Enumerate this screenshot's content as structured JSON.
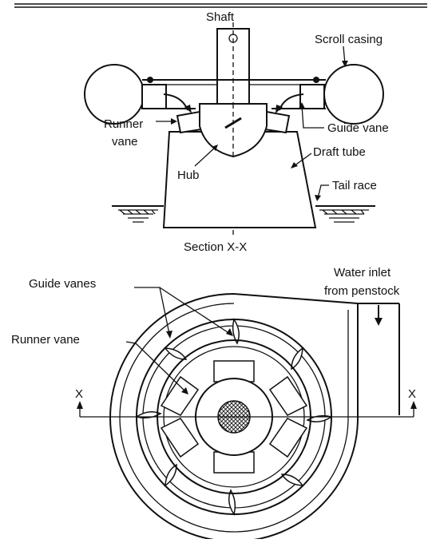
{
  "diagram": {
    "labels": {
      "shaft": "Shaft",
      "scroll_casing": "Scroll casing",
      "runner_vane_top_line1": "Runner",
      "runner_vane_top_line2": "vane",
      "guide_vane": "Guide vane",
      "hub": "Hub",
      "draft_tube": "Draft tube",
      "tail_race": "Tail race",
      "section_caption": "Section X-X",
      "guide_vanes": "Guide vanes",
      "water_inlet_line1": "Water inlet",
      "water_inlet_line2": "from penstock",
      "runner_vane_plan": "Runner vane",
      "section_mark_left": "X",
      "section_mark_right": "X"
    },
    "colors": {
      "ink": "#111111",
      "background": "#ffffff"
    }
  }
}
